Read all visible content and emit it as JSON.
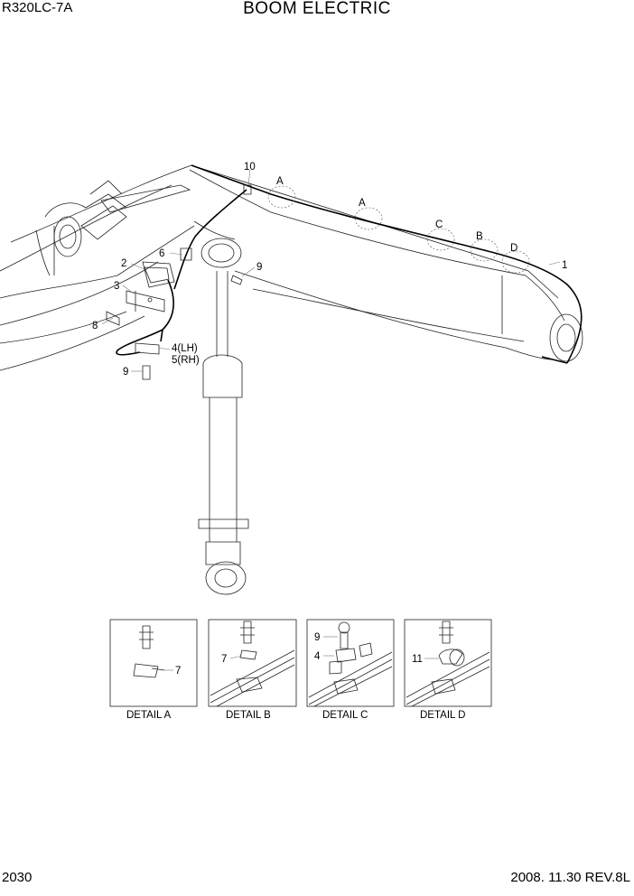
{
  "header": {
    "model": "R320LC-7A",
    "title": "BOOM ELECTRIC"
  },
  "footer": {
    "page_number": "2030",
    "revision": "2008. 11.30  REV.8L"
  },
  "callouts": {
    "c1": "1",
    "c2": "2",
    "c3": "3",
    "c4": "4(LH)",
    "c5": "5(RH)",
    "c6": "6",
    "c8": "8",
    "c9a": "9",
    "c9b": "9",
    "c10": "10",
    "cA1": "A",
    "cA2": "A",
    "cB": "B",
    "cC": "C",
    "cD": "D"
  },
  "details": [
    {
      "label": "DETAIL  A",
      "callouts": [
        "7"
      ]
    },
    {
      "label": "DETAIL  B",
      "callouts": [
        "7"
      ]
    },
    {
      "label": "DETAIL  C",
      "callouts": [
        "9",
        "4"
      ]
    },
    {
      "label": "DETAIL  D",
      "callouts": [
        "11"
      ]
    }
  ]
}
